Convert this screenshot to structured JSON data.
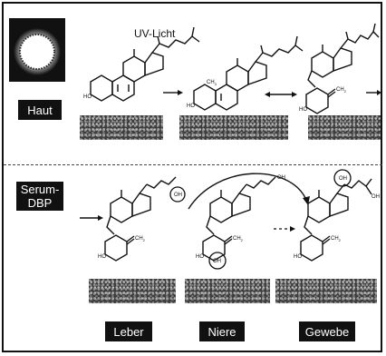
{
  "diagram": {
    "top": {
      "tag": "Haut",
      "uv_label": "UV-Licht"
    },
    "bottom": {
      "tag": "Serum-\nDBP"
    },
    "stages": [
      {
        "label": "Leber"
      },
      {
        "label": "Niere"
      },
      {
        "label": "Gewebe"
      }
    ],
    "mol_labels": {
      "ho": "HO",
      "oh": "OH",
      "ch2": "CH",
      "ch3": "CH",
      "sub2": "2",
      "sub3": "3"
    }
  }
}
